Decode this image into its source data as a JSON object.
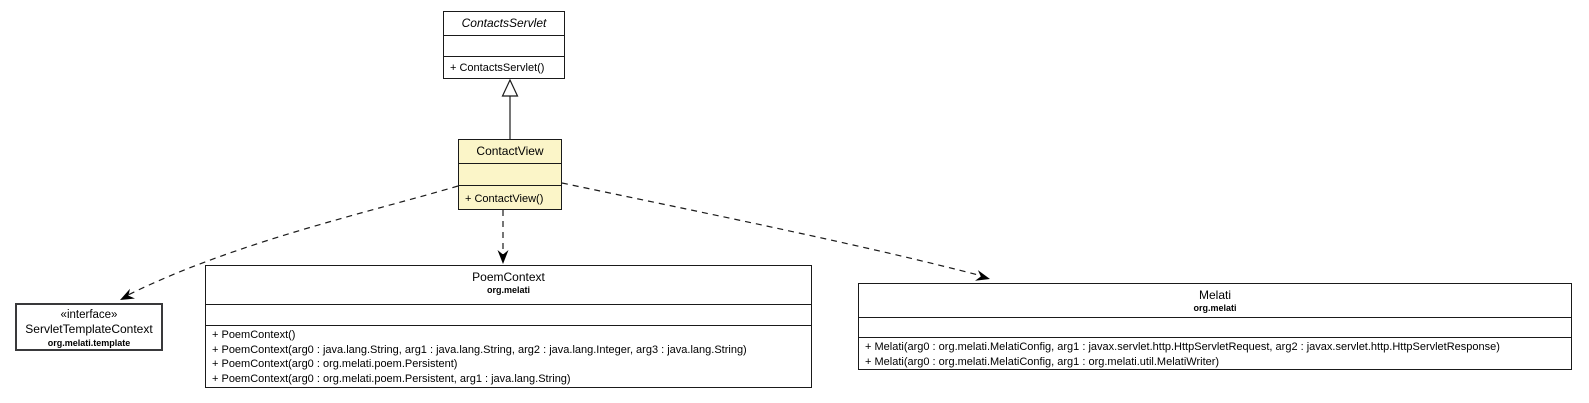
{
  "diagram_type": "uml-class-diagram",
  "colors": {
    "background": "#ffffff",
    "box_border": "#1a1a1a",
    "highlight_fill": "#fbf5c8"
  },
  "classes": {
    "contacts_servlet": {
      "title": "ContactsServlet",
      "abstract": true,
      "methods": [
        "+ ContactsServlet()"
      ]
    },
    "contact_view": {
      "title": "ContactView",
      "abstract": false,
      "methods": [
        "+ ContactView()"
      ]
    },
    "servlet_template_context": {
      "stereotype": "«interface»",
      "title": "ServletTemplateContext",
      "package": "org.melati.template"
    },
    "poem_context": {
      "title": "PoemContext",
      "package": "org.melati",
      "methods": [
        "+ PoemContext()",
        "+ PoemContext(arg0 : java.lang.String, arg1 : java.lang.String, arg2 : java.lang.Integer, arg3 : java.lang.String)",
        "+ PoemContext(arg0 : org.melati.poem.Persistent)",
        "+ PoemContext(arg0 : org.melati.poem.Persistent, arg1 : java.lang.String)"
      ]
    },
    "melati": {
      "title": "Melati",
      "package": "org.melati",
      "methods": [
        "+ Melati(arg0 : org.melati.MelatiConfig, arg1 : javax.servlet.http.HttpServletRequest, arg2 : javax.servlet.http.HttpServletResponse)",
        "+ Melati(arg0 : org.melati.MelatiConfig, arg1 : org.melati.util.MelatiWriter)"
      ]
    }
  },
  "relations": [
    {
      "type": "generalization",
      "from": "ContactView",
      "to": "ContactsServlet",
      "line": "solid",
      "arrowhead": "hollow-triangle"
    },
    {
      "type": "dependency",
      "from": "ContactView",
      "to": "ServletTemplateContext",
      "line": "dashed",
      "arrowhead": "vee"
    },
    {
      "type": "dependency",
      "from": "ContactView",
      "to": "PoemContext",
      "line": "dashed",
      "arrowhead": "vee"
    },
    {
      "type": "dependency",
      "from": "ContactView",
      "to": "Melati",
      "line": "dashed",
      "arrowhead": "vee"
    }
  ]
}
